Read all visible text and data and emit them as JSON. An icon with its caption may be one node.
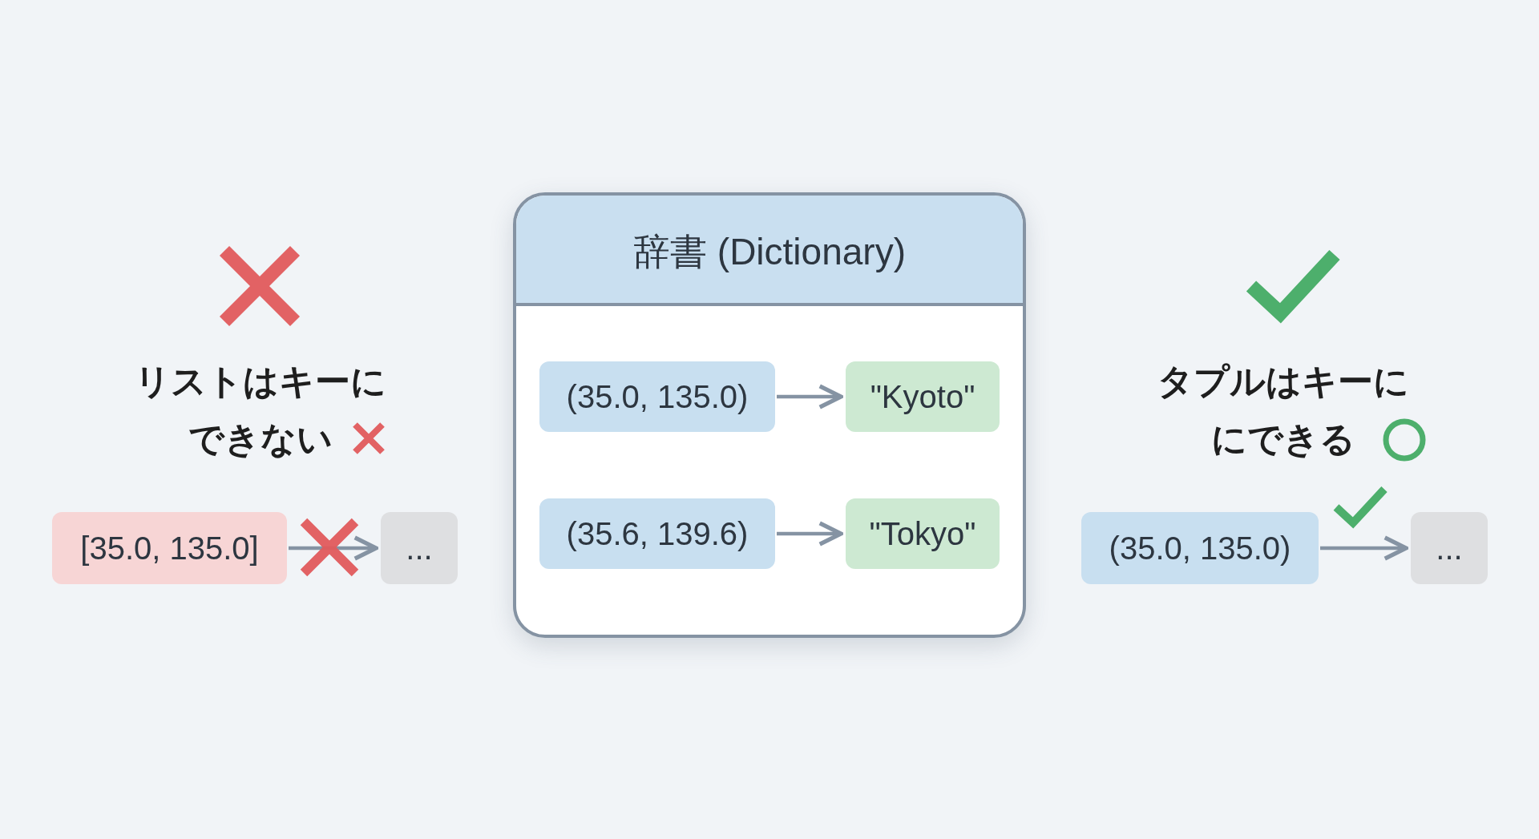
{
  "diagram": {
    "nodes": [
      {
        "text": [
          "[35.0, 135.0]"
        ]
      },
      {
        "text": [
          "..."
        ]
      },
      {
        "text": [
          "辞書 (Dictionary)"
        ]
      },
      {
        "text": [
          "(35.0, 135.0)"
        ],
        "in": 2
      },
      {
        "text": [
          "\"Kyoto\""
        ],
        "in": 2
      },
      {
        "text": [
          "(35.6, 139.6)"
        ],
        "in": 2
      },
      {
        "text": [
          "\"Tokyo\""
        ],
        "in": 2
      },
      {
        "text": [
          "(35.0, 135.0)"
        ]
      },
      {
        "text": [
          "..."
        ]
      }
    ],
    "edges": [
      {
        "from": 0,
        "to": 1,
        "arrow": "to"
      },
      {
        "from": 3,
        "to": 4,
        "arrow": "to"
      },
      {
        "from": 5,
        "to": 6,
        "arrow": "to"
      },
      {
        "from": 7,
        "to": 8,
        "arrow": "to"
      }
    ],
    "labels": [
      "リストはキーにできない",
      "タプルはキーににできる"
    ]
  }
}
